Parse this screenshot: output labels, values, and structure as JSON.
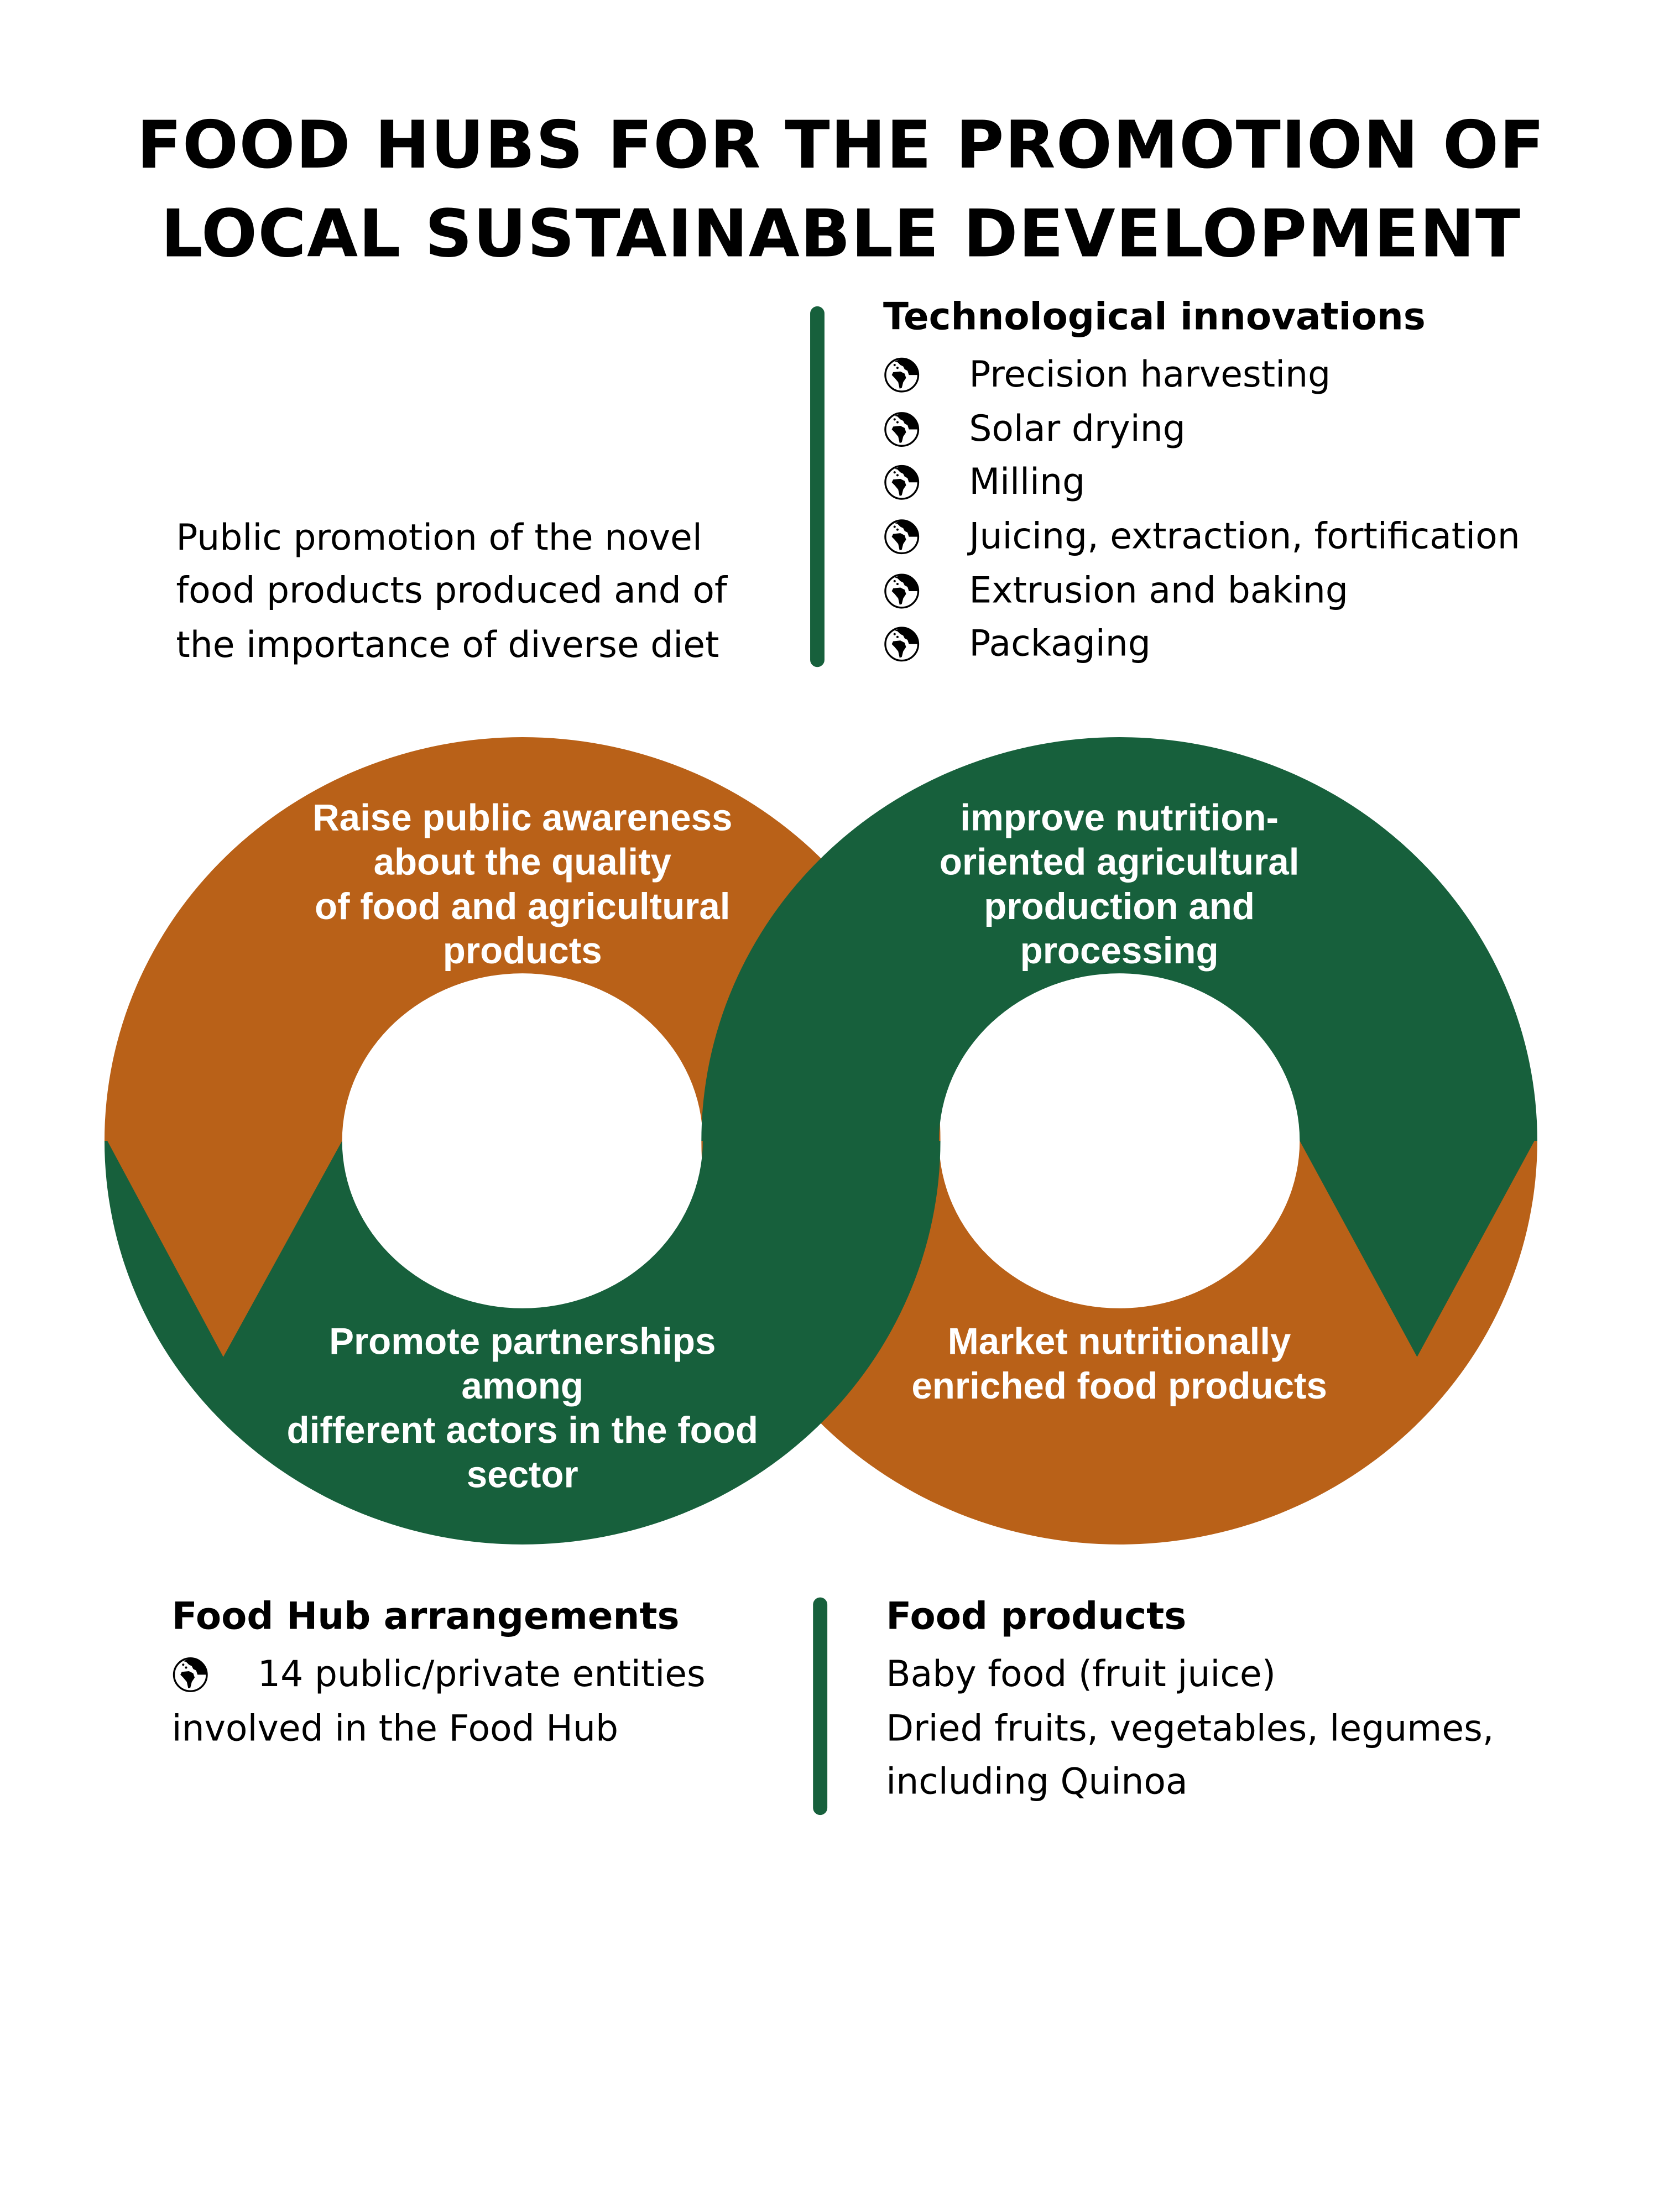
{
  "title": {
    "line1": "FOOD HUBS FOR THE PROMOTION OF",
    "line2": "LOCAL SUSTAINABLE DEVELOPMENT"
  },
  "colors": {
    "orange": "#b96118",
    "green": "#17603c"
  },
  "promotion_text": {
    "lines": [
      "Public promotion of the novel",
      "food products produced and of",
      "the importance of diverse diet"
    ]
  },
  "tech_innovations": {
    "heading": "Technological innovations",
    "icon": "globe-icon",
    "items": [
      "Precision harvesting",
      "Solar drying",
      "Milling",
      "Juicing, extraction, fortification",
      "Extrusion and baking",
      "Packaging"
    ]
  },
  "diagram": {
    "raise_awareness": {
      "line1": "Raise public awareness about the quality",
      "line2": "of food and agricultural products"
    },
    "improve_production": {
      "line1": "improve nutrition-oriented agricultural",
      "line2": "production and processing"
    },
    "promote_partnerships": {
      "line1": "Promote partnerships among",
      "line2": "different actors in the food sector"
    },
    "market_products": {
      "line1": "Market nutritionally",
      "line2": "enriched food products"
    }
  },
  "food_hub": {
    "heading": "Food Hub arrangements",
    "item_line1": "14 public/private entities",
    "item_line2": "involved in the Food Hub"
  },
  "food_products": {
    "heading": "Food products",
    "lines": [
      "Baby food (fruit juice)",
      "Dried fruits, vegetables, legumes,",
      "including Quinoa"
    ]
  }
}
